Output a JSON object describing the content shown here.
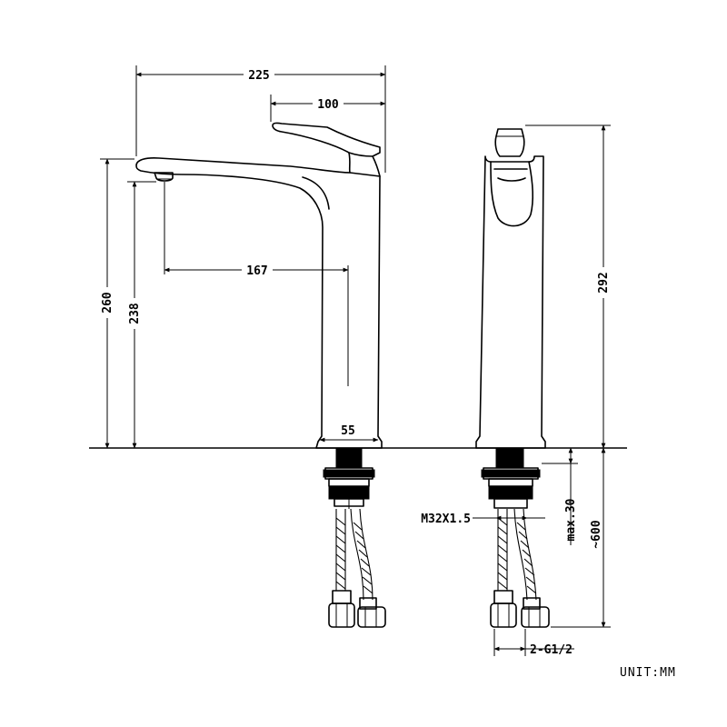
{
  "dimensions": {
    "overall_width": "225",
    "handle_width": "100",
    "spout_reach": "167",
    "body_height": "260",
    "spout_height": "238",
    "total_height": "292",
    "base_diameter": "55",
    "thread": "M32X1.5",
    "max_thickness": "max.30",
    "hose_length": "~600",
    "hose_connector": "2-G1/2"
  },
  "unit_label": "UNIT:MM",
  "colors": {
    "line": "#000000",
    "background": "#ffffff"
  }
}
